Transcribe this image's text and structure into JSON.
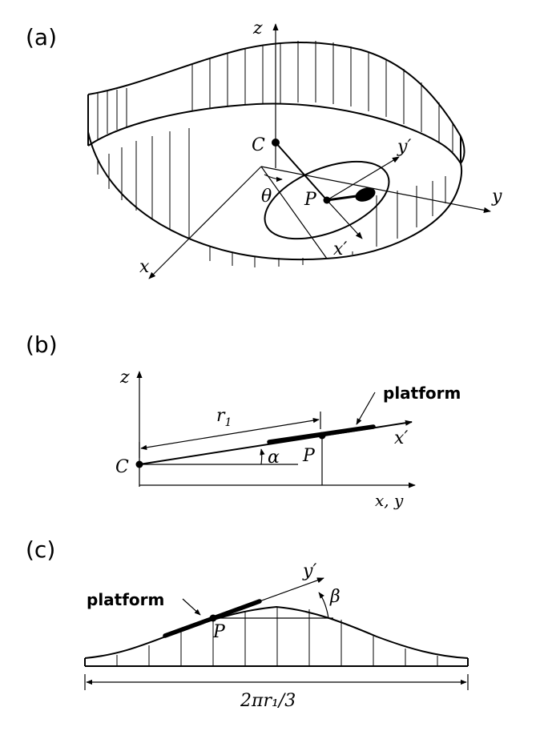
{
  "panel_a": {
    "label": "(a)",
    "axis_z": "z",
    "axis_x": "x",
    "axis_y": "y",
    "axis_x_prime": "x′",
    "axis_y_prime": "y′",
    "point_c": "C",
    "point_p": "P",
    "angle_theta": "θ"
  },
  "panel_b": {
    "label": "(b)",
    "axis_z": "z",
    "axis_xy": "x, y",
    "axis_x_prime": "x′",
    "radius_label": "r",
    "radius_subscript": "1",
    "point_c": "C",
    "point_p": "P",
    "angle_alpha": "α",
    "platform_label": "platform"
  },
  "panel_c": {
    "label": "(c)",
    "axis_y_prime": "y′",
    "point_p": "P",
    "angle_beta": "β",
    "platform_label": "platform",
    "span_label": "2πr₁/3"
  }
}
